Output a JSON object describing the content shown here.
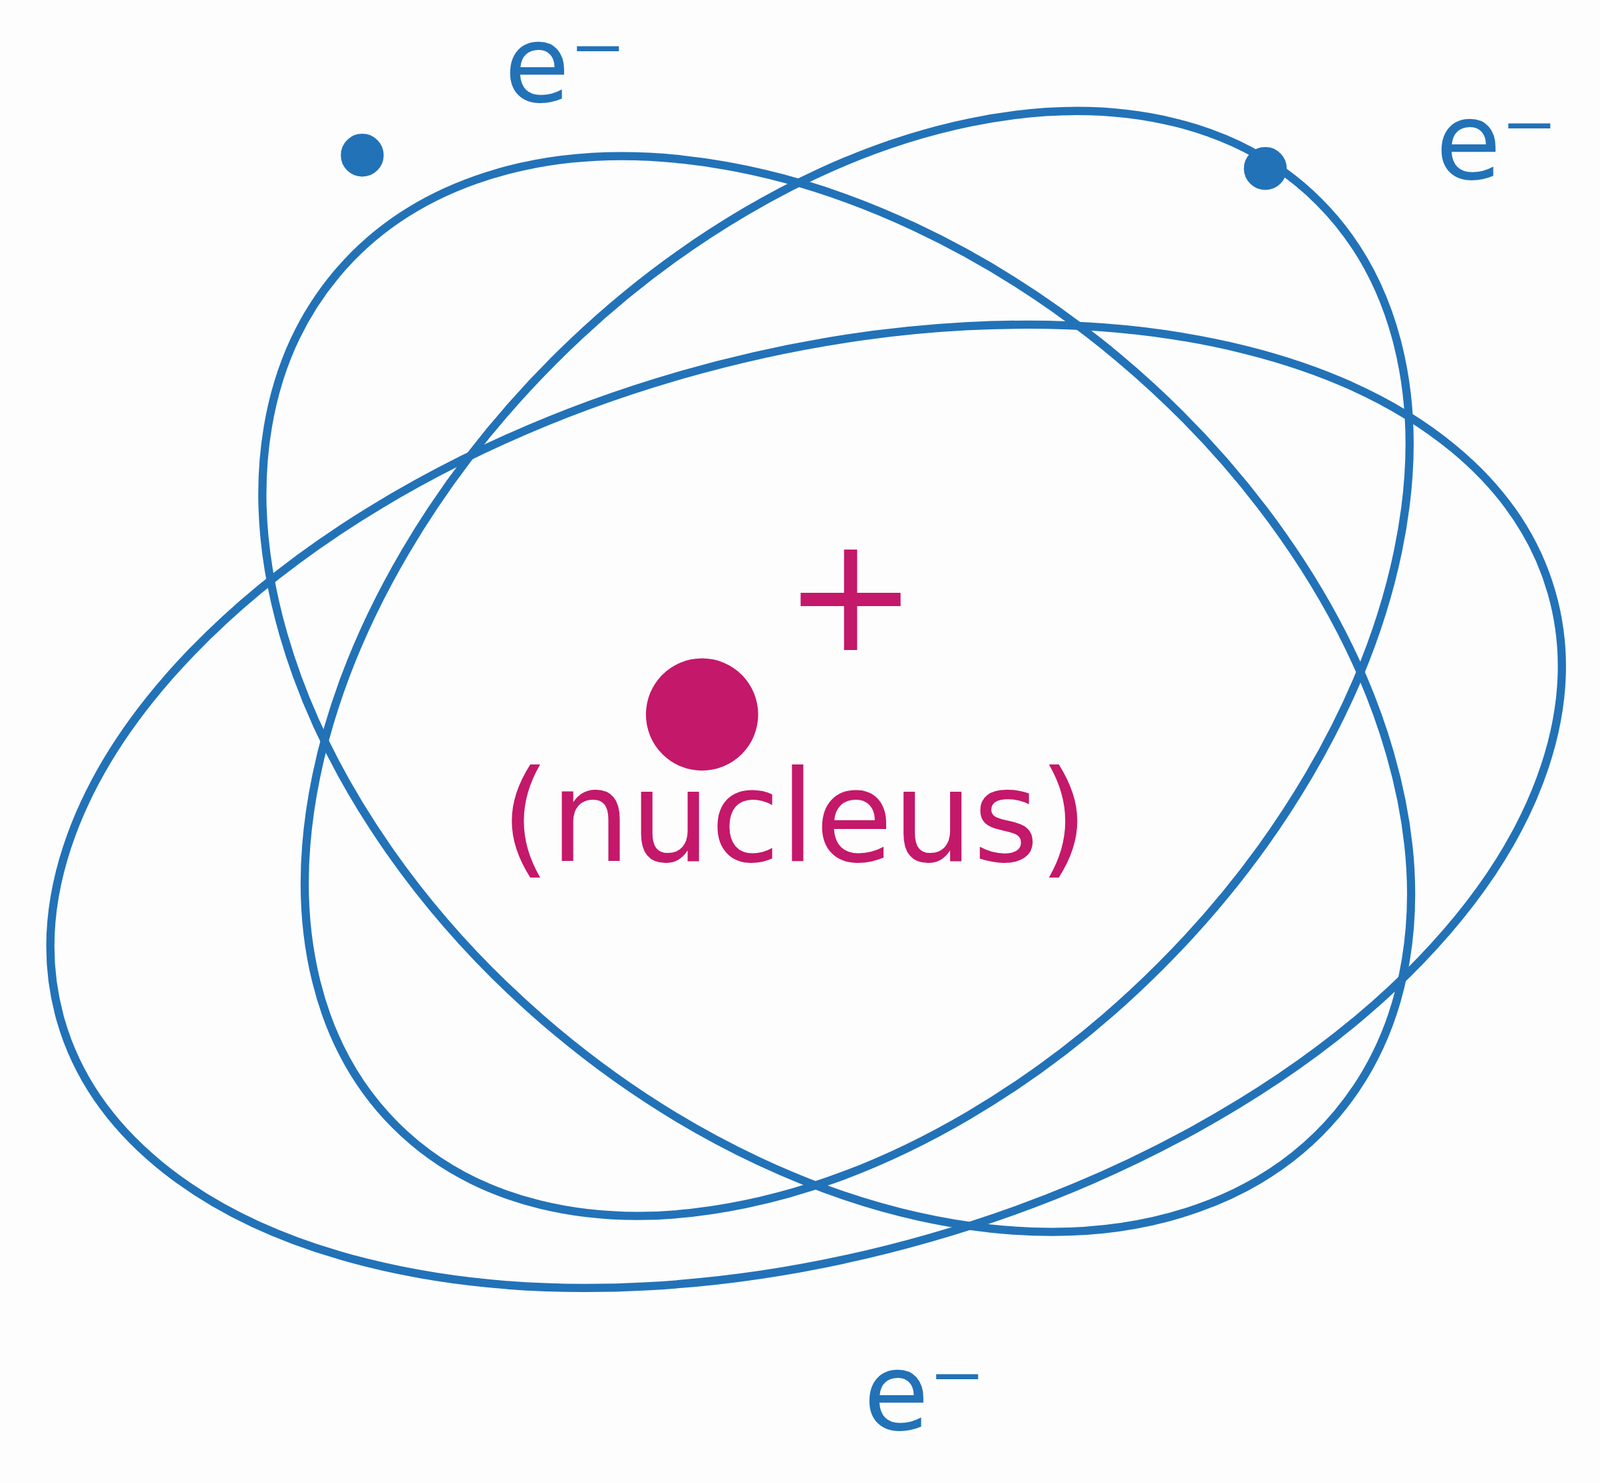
{
  "diagram": {
    "labels": [
      "e⁻",
      "e⁻",
      "+",
      "(nucleus)",
      "e⁻"
    ]
  }
}
